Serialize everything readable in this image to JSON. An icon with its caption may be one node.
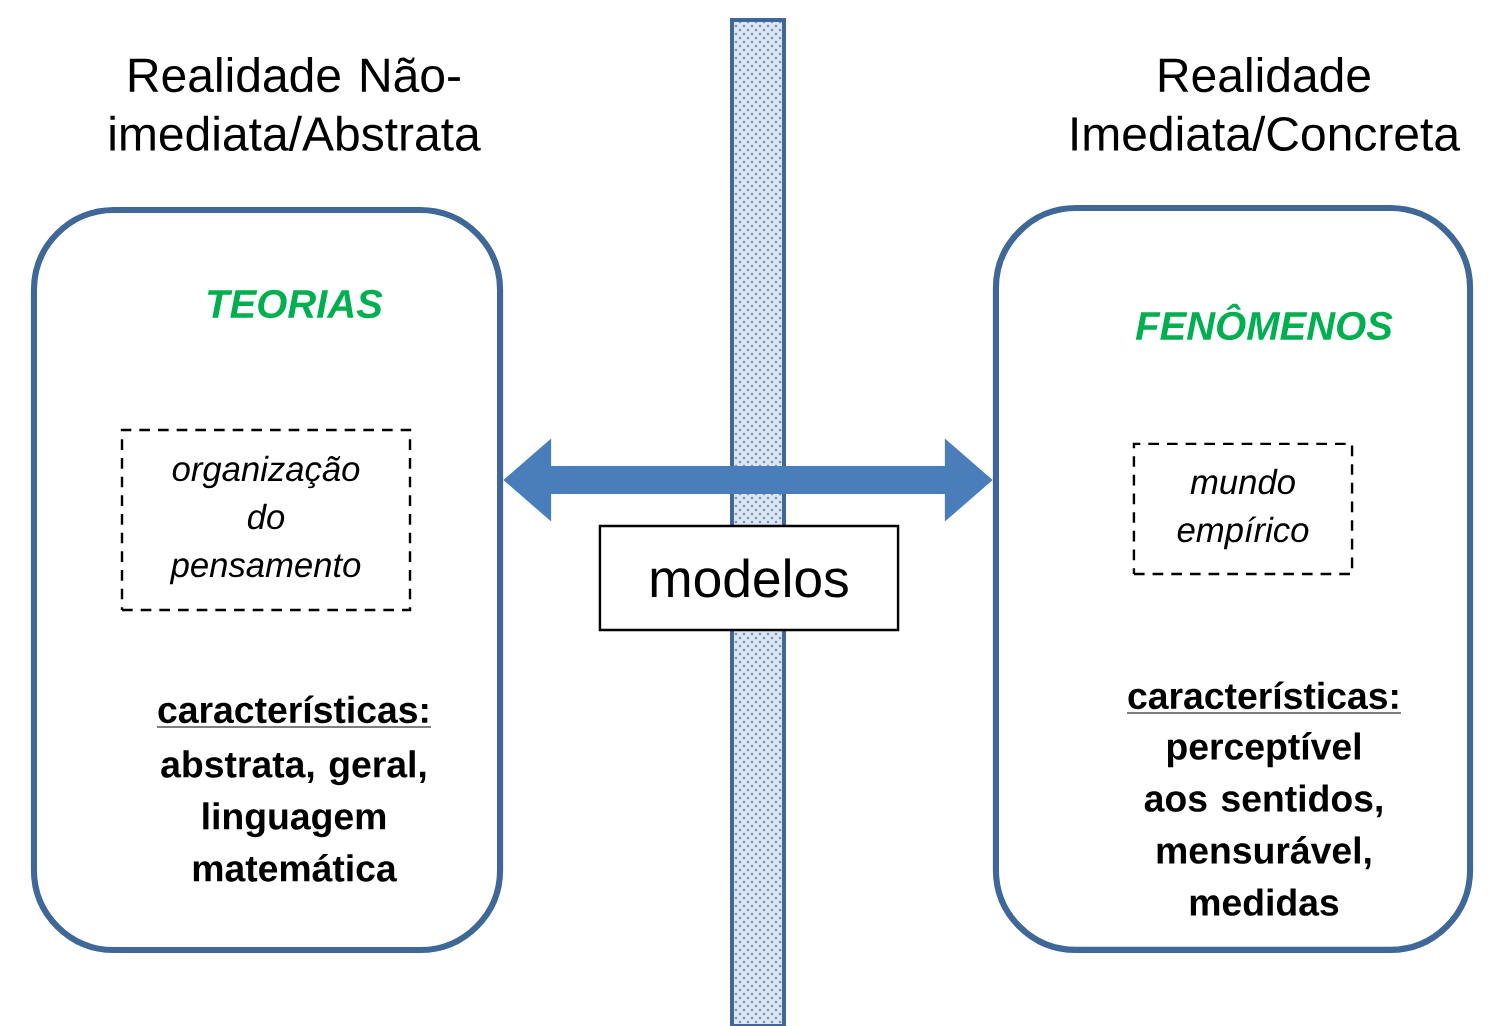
{
  "diagram": {
    "nodes": [
      {
        "text": [
          "Realidade Não-imediata/Abstrata",
          "TEORIAS",
          "características:",
          "abstrata, geral, linguagem matemática"
        ]
      },
      {
        "text": [
          "organização do pensamento"
        ],
        "in": 0
      },
      {
        "text": [
          "Realidade Imediata/Concreta",
          "FENÔMENOS",
          "características:",
          "perceptível aos sentidos, mensurável, medidas"
        ]
      },
      {
        "text": [
          "mundo empírico"
        ],
        "in": 2
      },
      {
        "text": [
          "modelos"
        ]
      }
    ],
    "edges": [
      {
        "from": 0,
        "to": 2,
        "arrow": "both"
      }
    ]
  }
}
